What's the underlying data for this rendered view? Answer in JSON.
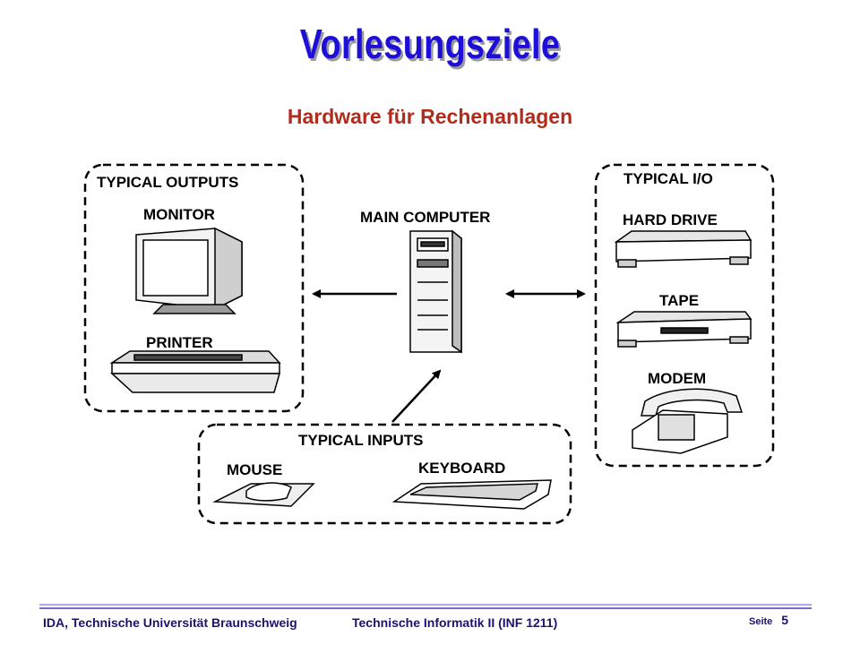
{
  "title": "Vorlesungsziele",
  "subtitle": "Hardware für Rechenanlagen",
  "diagram": {
    "outputs": {
      "heading": "TYPICAL OUTPUTS",
      "items": [
        "MONITOR",
        "PRINTER"
      ]
    },
    "main": {
      "heading": "MAIN COMPUTER"
    },
    "io": {
      "heading": "TYPICAL I/O",
      "items": [
        "HARD DRIVE",
        "TAPE",
        "MODEM"
      ]
    },
    "inputs": {
      "heading": "TYPICAL INPUTS",
      "items": [
        "MOUSE",
        "KEYBOARD"
      ]
    }
  },
  "footer": {
    "left": "IDA, Technische Universität Braunschweig",
    "middle": "Technische Informatik II (INF 1211)",
    "page_label": "Seite",
    "page_number": "5"
  }
}
